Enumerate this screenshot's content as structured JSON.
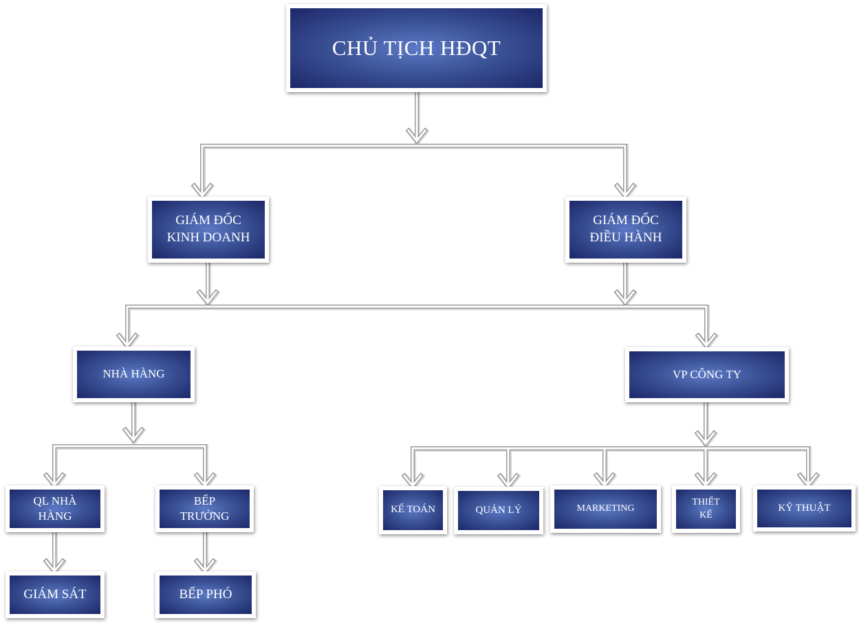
{
  "diagram": {
    "root": {
      "label": "CHỦ TỊCH HĐQT"
    },
    "level2": {
      "sales_director": {
        "label": "GIÁM ĐỐC\nKINH DOANH"
      },
      "exec_director": {
        "label": "GIÁM ĐỐC\nĐIỀU HÀNH"
      }
    },
    "level3": {
      "restaurant": {
        "label": "NHÀ HÀNG"
      },
      "company_office": {
        "label": "VP CÔNG TY"
      }
    },
    "restaurant_units": {
      "restaurant_manager": {
        "label": "QL NHÀ\nHÀNG"
      },
      "head_chef": {
        "label": "BẾP\nTRƯỞNG"
      },
      "supervisor": {
        "label": "GIÁM SÁT"
      },
      "sous_chef": {
        "label": "BẾP PHÓ"
      }
    },
    "office_departments": [
      {
        "key": "accounting",
        "label": "KẾ TOÁN"
      },
      {
        "key": "management",
        "label": "QUẢN LÝ"
      },
      {
        "key": "marketing",
        "label": "MARKETING"
      },
      {
        "key": "design",
        "label": "THIẾT\nKẾ"
      },
      {
        "key": "technical",
        "label": "KỸ THUẬT"
      }
    ]
  }
}
